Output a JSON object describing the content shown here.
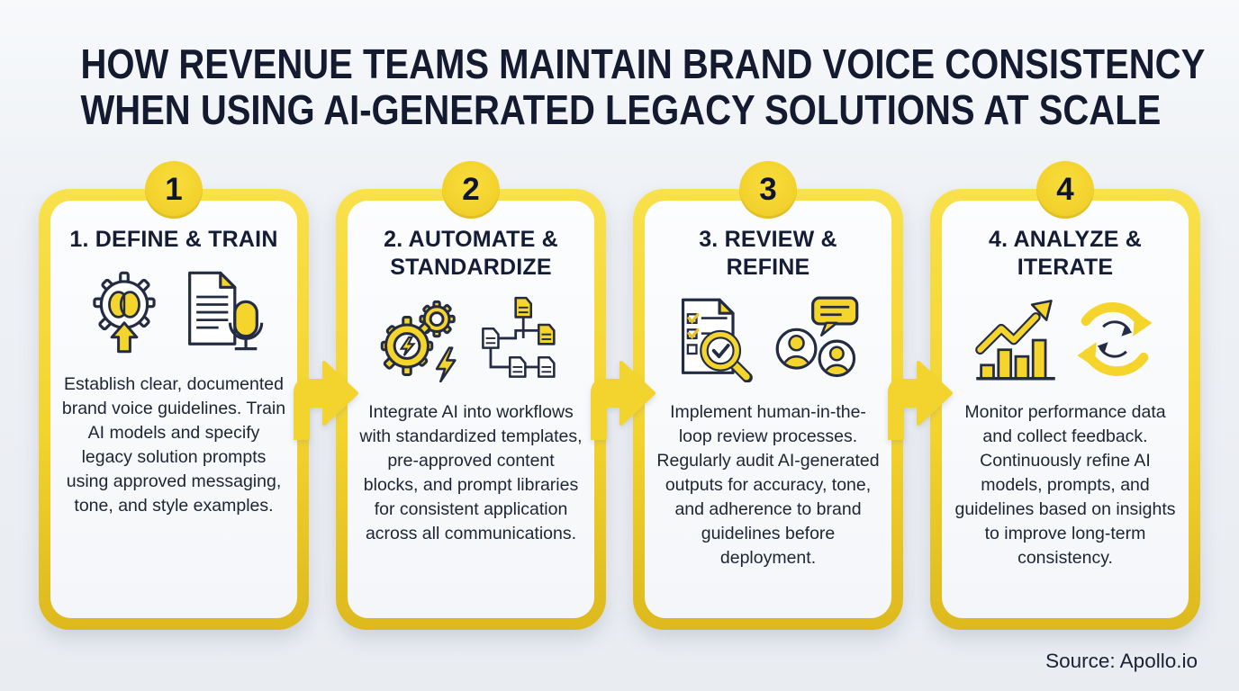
{
  "header": {
    "title_line1": "HOW REVENUE TEAMS MAINTAIN BRAND VOICE CONSISTENCY",
    "title_line2": "WHEN USING AI-GENERATED LEGACY SOLUTIONS AT SCALE"
  },
  "steps": [
    {
      "number": "1",
      "title": "1. DEFINE & TRAIN",
      "description": "Establish clear, documented brand voice guidelines. Train AI models and specify legacy solution prompts using approved messaging, tone, and style examples.",
      "icons": [
        "brain-gear-icon",
        "document-mic-icon"
      ]
    },
    {
      "number": "2",
      "title": "2. AUTOMATE & STANDARDIZE",
      "description": "Integrate AI into workflows with standardized templates, pre-approved content blocks, and prompt libraries for consistent application across all communications.",
      "icons": [
        "gears-lightning-icon",
        "document-flow-icon"
      ]
    },
    {
      "number": "3",
      "title": "3. REVIEW & REFINE",
      "description": "Implement human-in-the-loop review processes. Regularly audit AI-generated outputs for accuracy, tone, and adherence to brand guidelines before deployment.",
      "icons": [
        "checklist-magnifier-icon",
        "people-chat-icon"
      ]
    },
    {
      "number": "4",
      "title": "4. ANALYZE & ITERATE",
      "description": "Monitor performance data and collect feedback. Continuously refine AI models, prompts, and guidelines based on insights to improve long-term consistency.",
      "icons": [
        "growth-chart-icon",
        "cycle-arrows-icon"
      ]
    }
  ],
  "footer": {
    "source": "Source: Apollo.io"
  },
  "colors": {
    "accent_yellow": "#f3d32d",
    "accent_yellow_dark": "#ddb91e",
    "navy_text": "#141b30",
    "body_text": "#1d2433",
    "background": "#edf0f4",
    "card_fill": "#f7f9fc"
  }
}
